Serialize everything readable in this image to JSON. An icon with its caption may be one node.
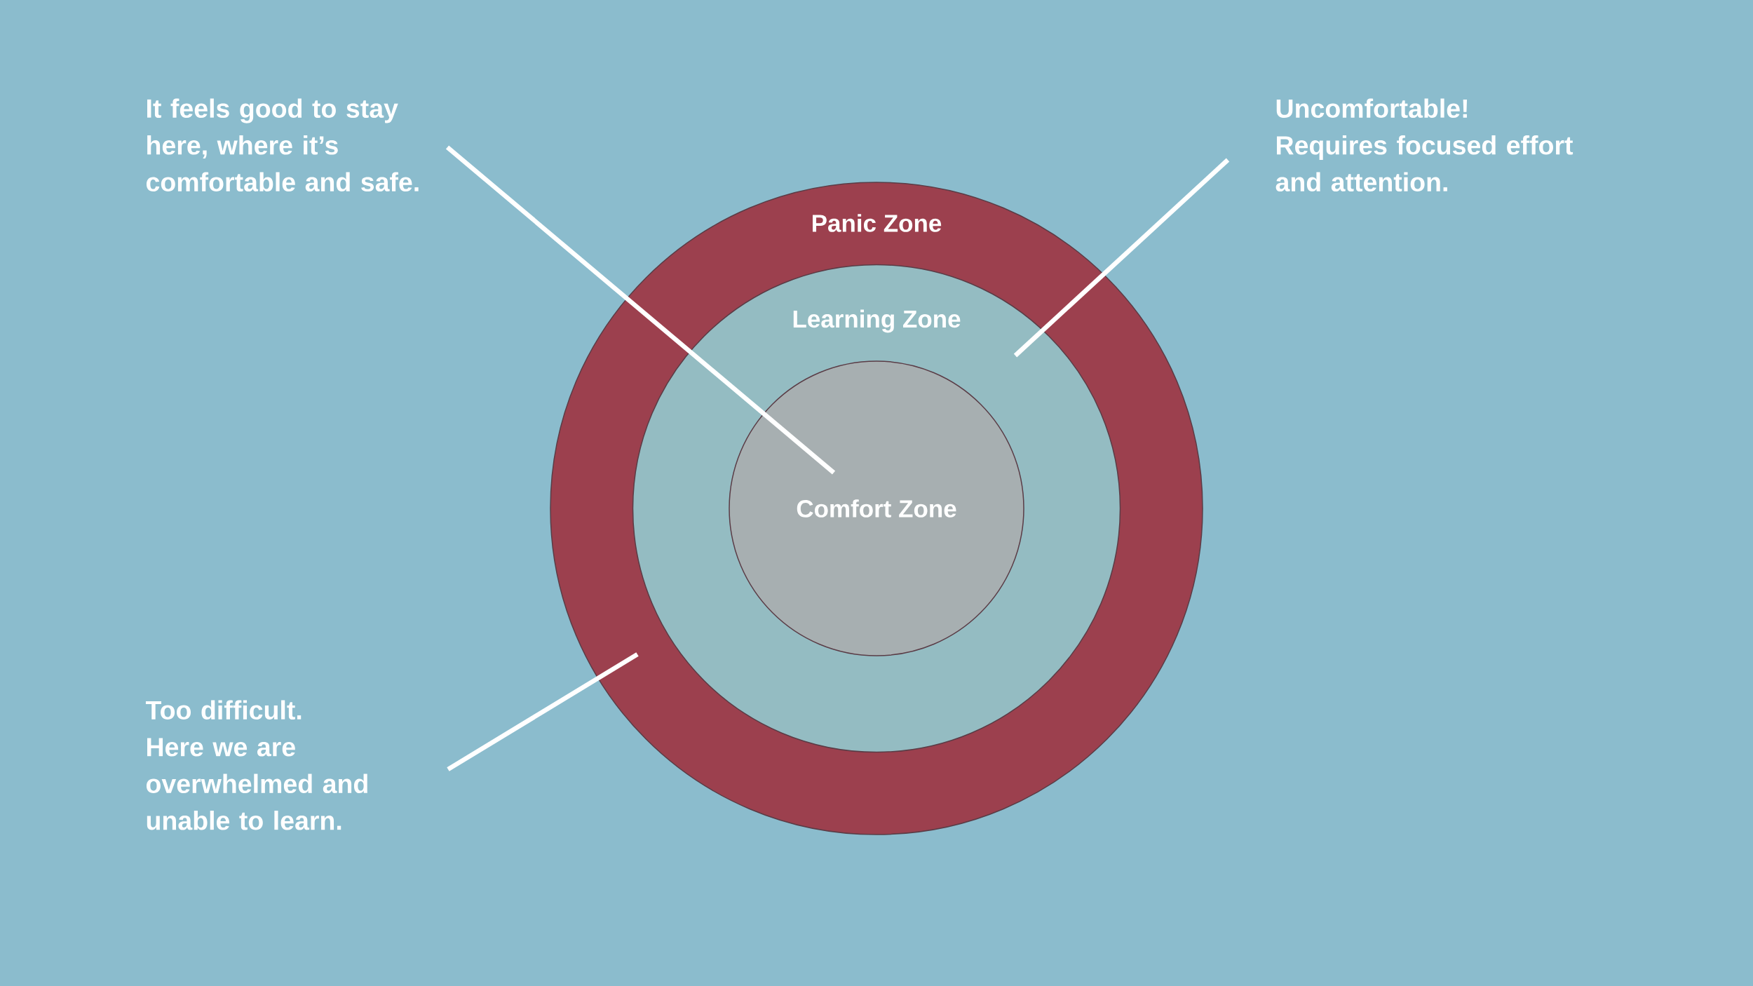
{
  "diagram": {
    "nodes": [
      {
        "text": [
          "Panic Zone"
        ]
      },
      {
        "text": [
          "Learning Zone"
        ],
        "in": 0
      },
      {
        "text": [
          "Comfort Zone"
        ],
        "in": 1
      },
      {
        "text": [
          "It feels good to stay here, where it’s comfortable and safe."
        ]
      },
      {
        "text": [
          "Uncomfortable!",
          "Requires focused effort and attention."
        ]
      },
      {
        "text": [
          "Too difficult.",
          "Here we are overwhelmed and unable to learn."
        ]
      }
    ],
    "edges": [
      {
        "from": 3,
        "to": 2,
        "arrow": "none"
      },
      {
        "from": 4,
        "to": 1,
        "arrow": "none"
      },
      {
        "from": 5,
        "to": 0,
        "arrow": "none"
      }
    ]
  }
}
